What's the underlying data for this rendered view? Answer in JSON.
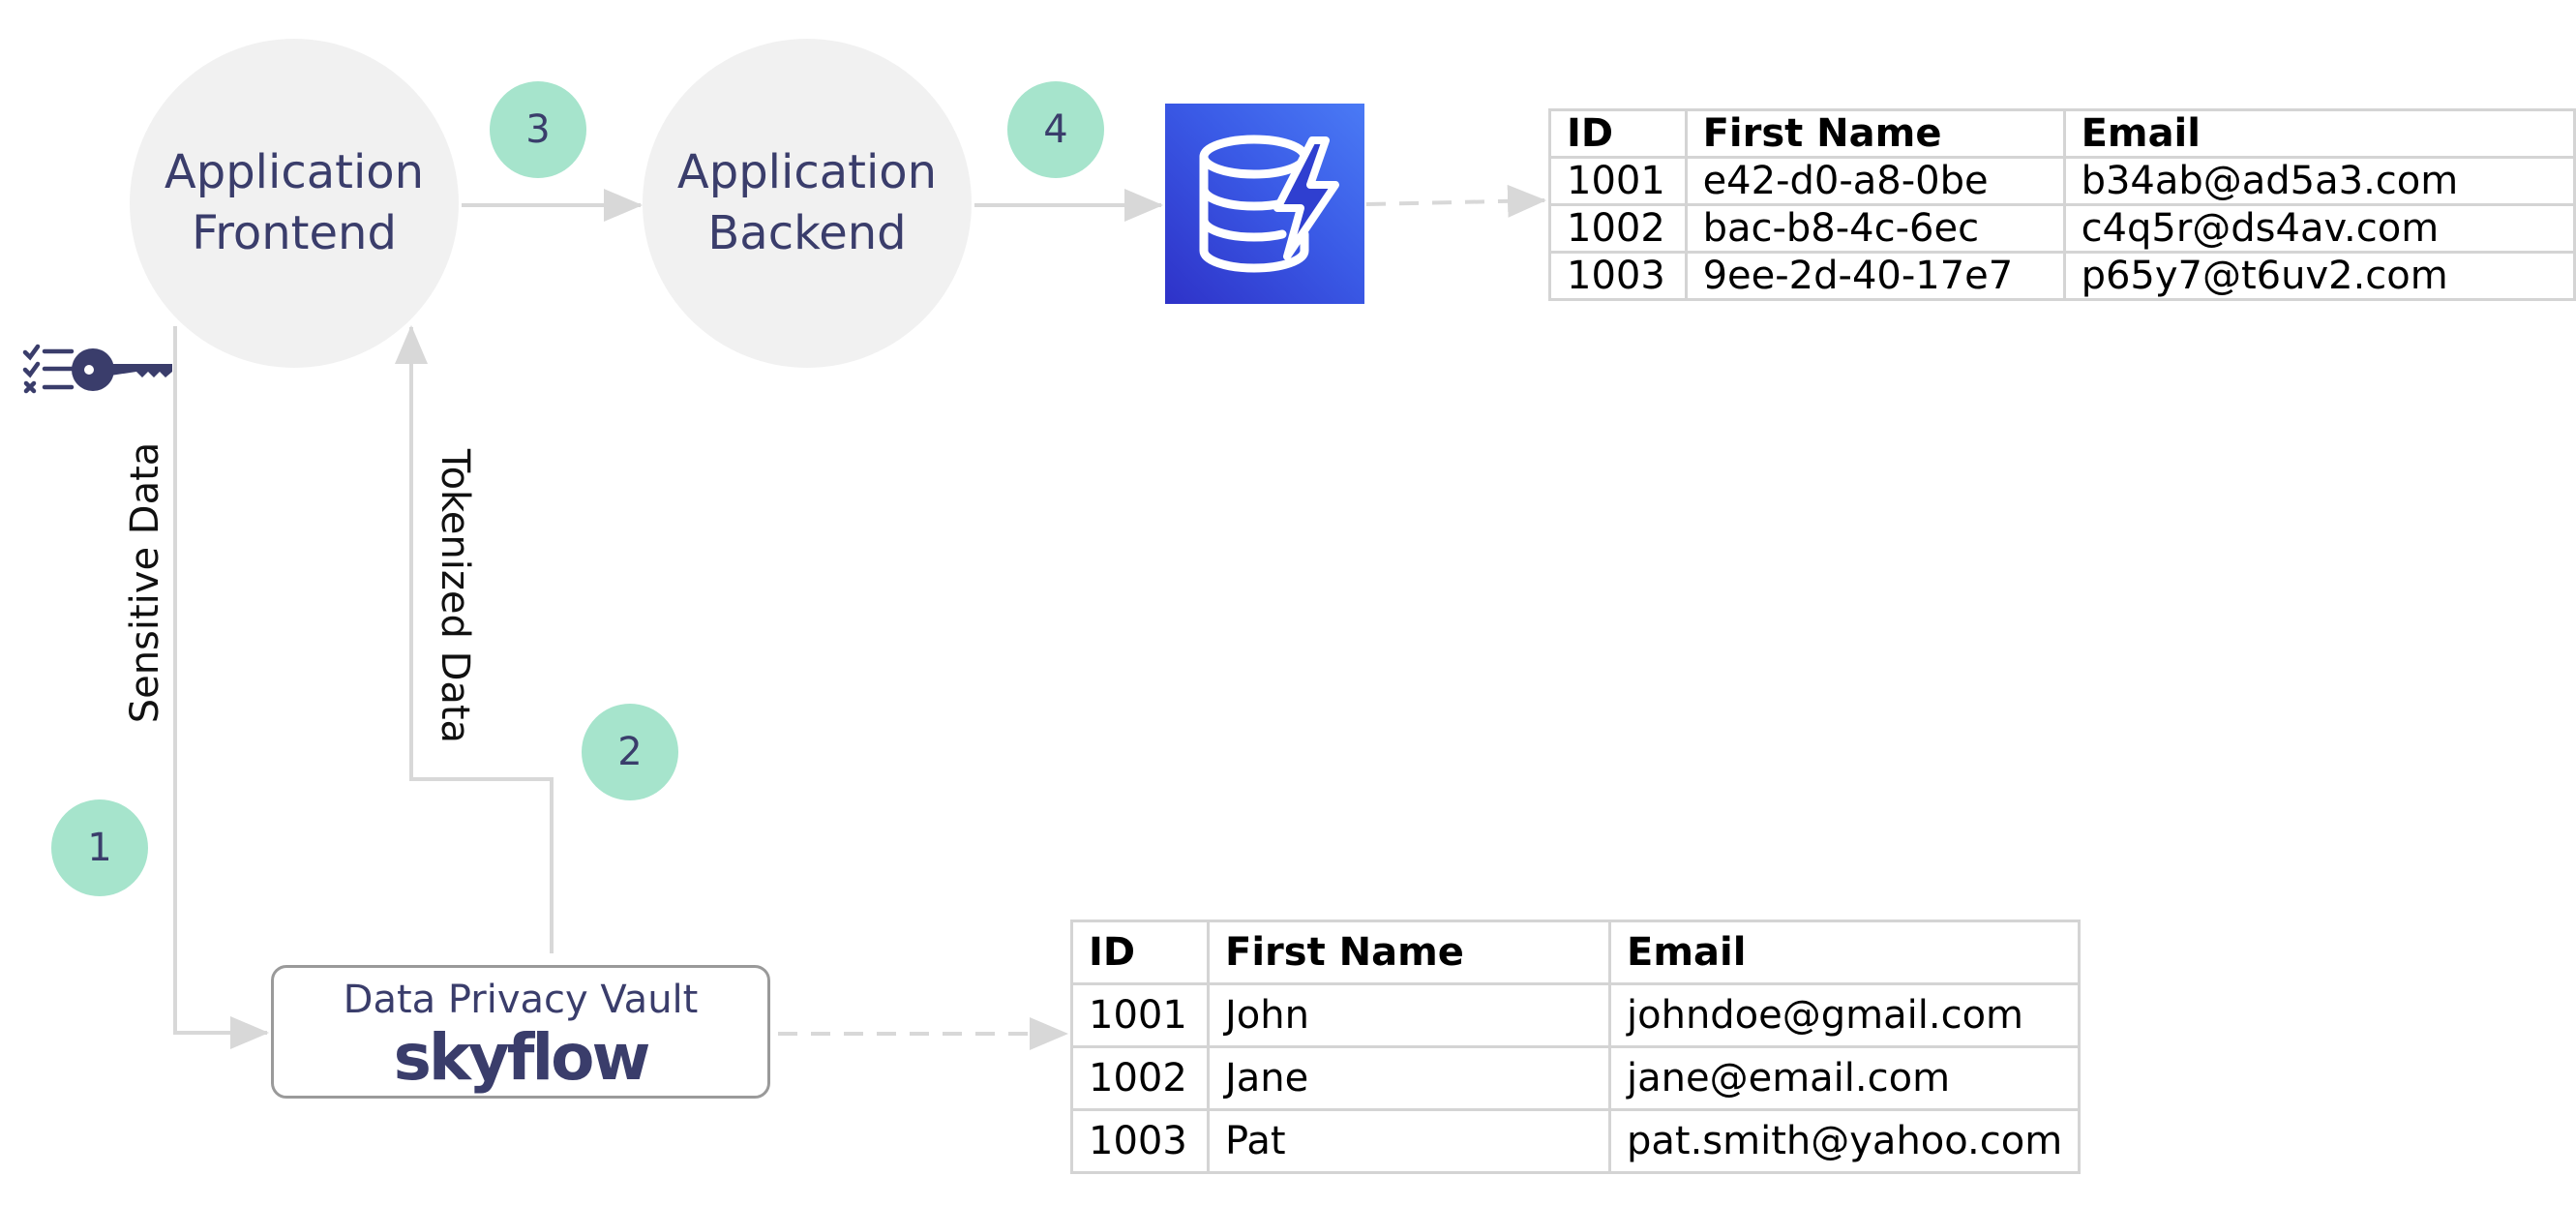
{
  "nodes": {
    "frontend": {
      "label": "Application Frontend"
    },
    "backend": {
      "label": "Application Backend"
    },
    "vault": {
      "title": "Data Privacy Vault",
      "logo": "skyflow"
    },
    "database": {
      "icon": "dynamodb-database-icon"
    }
  },
  "steps": [
    "1",
    "2",
    "3",
    "4"
  ],
  "edges": {
    "sensitive": "Sensitive Data",
    "tokenized": "Tokenized Data"
  },
  "icons": {
    "access_policy": "checklist-key-icon"
  },
  "tokenized_table": {
    "headers": [
      "ID",
      "First Name",
      "Email"
    ],
    "rows": [
      [
        "1001",
        "e42-d0-a8-0be",
        "b34ab@ad5a3.com"
      ],
      [
        "1002",
        "bac-b8-4c-6ec",
        "c4q5r@ds4av.com"
      ],
      [
        "1003",
        "9ee-2d-40-17e7",
        "p65y7@t6uv2.com"
      ]
    ]
  },
  "vault_table": {
    "headers": [
      "ID",
      "First Name",
      "Email"
    ],
    "rows": [
      [
        "1001",
        "John",
        "johndoe@gmail.com"
      ],
      [
        "1002",
        "Jane",
        "jane@email.com"
      ],
      [
        "1003",
        "Pat",
        "pat.smith@yahoo.com"
      ]
    ]
  },
  "colors": {
    "node_fill": "#f1f1f1",
    "node_text": "#3a3d6b",
    "step_fill": "#a6e4cc",
    "connector": "#d8d8d8",
    "db_blue": "#2e32c8"
  }
}
